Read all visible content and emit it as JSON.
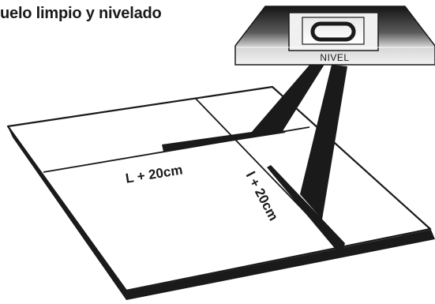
{
  "title": "uelo limpio y nivelado",
  "level_label": "NIVEL",
  "measure_length": "L + 20cm",
  "measure_width": "l + 20cm",
  "colors": {
    "ink": "#1a1a1a",
    "board_fill": "#ffffff",
    "level_body_top": "#2b2b2b",
    "level_body_bottom": "#d9d9d9"
  },
  "icons": [
    "spirit-level-icon"
  ]
}
